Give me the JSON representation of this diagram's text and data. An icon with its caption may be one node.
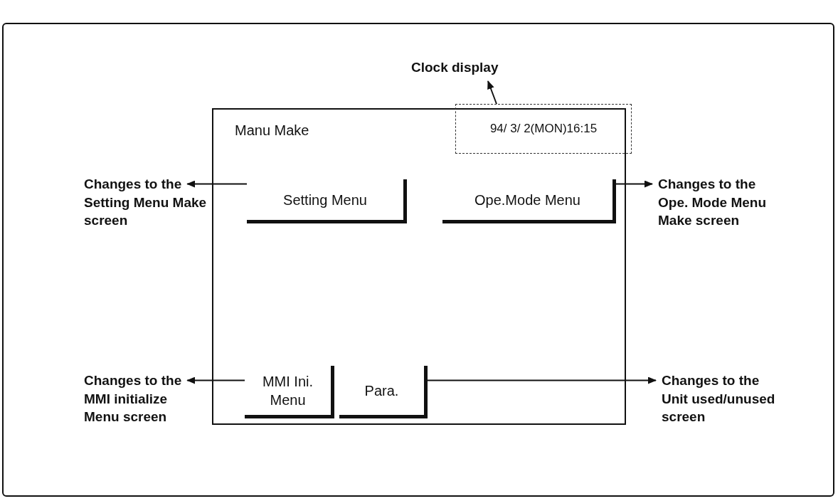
{
  "diagram": {
    "nodes": [
      {
        "text": [
          "Manu Make"
        ]
      },
      {
        "text": [
          "94/ 3/ 2(MON)16:15"
        ]
      },
      {
        "text": [
          "Setting Menu"
        ],
        "in": 0
      },
      {
        "text": [
          "Ope.Mode Menu"
        ],
        "in": 0
      },
      {
        "text": [
          "MMI Ini. Menu"
        ],
        "in": 0
      },
      {
        "text": [
          "Para."
        ],
        "in": 0
      },
      {
        "text": [
          "Clock display"
        ]
      },
      {
        "text": [
          "Changes to the Setting Menu Make screen"
        ]
      },
      {
        "text": [
          "Changes to the Ope. Mode Menu Make screen"
        ]
      },
      {
        "text": [
          "Changes to the MMI initialize Menu screen"
        ]
      },
      {
        "text": [
          "Changes to the Unit used/unused screen"
        ]
      }
    ],
    "edges": [
      {
        "from": 1,
        "to": 6,
        "arrow": "to"
      },
      {
        "from": 2,
        "to": 7,
        "arrow": "to"
      },
      {
        "from": 3,
        "to": 8,
        "arrow": "to"
      },
      {
        "from": 4,
        "to": 9,
        "arrow": "to"
      },
      {
        "from": 5,
        "to": 10,
        "arrow": "to"
      }
    ]
  }
}
